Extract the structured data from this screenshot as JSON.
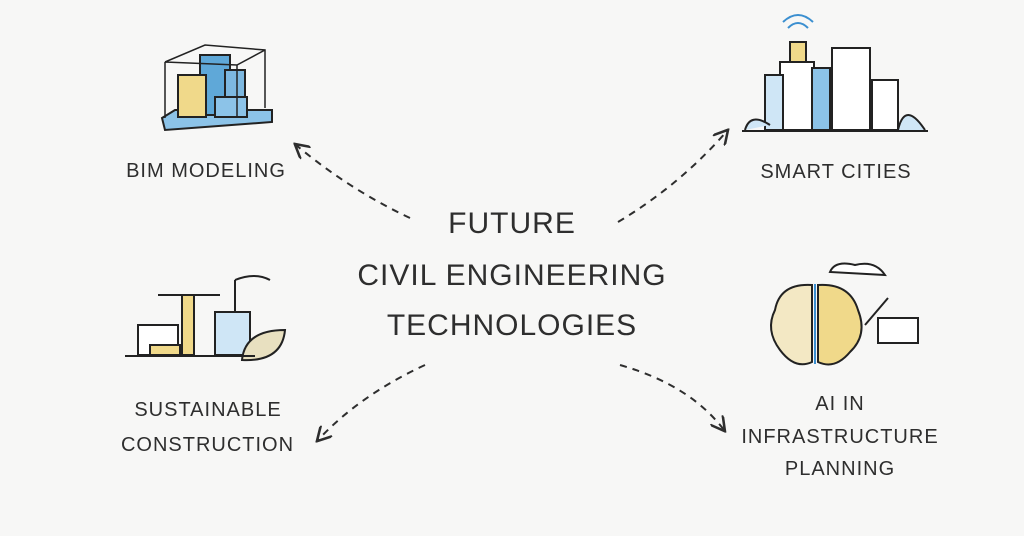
{
  "title": {
    "lines": [
      "FUTURE",
      "CIVIL ENGINEERING",
      "TECHNOLOGIES"
    ]
  },
  "nodes": {
    "bim": {
      "label": "BIM MODELING",
      "icon": "building-model-icon"
    },
    "smart": {
      "label": "SMART CITIES",
      "icon": "smart-city-icon"
    },
    "sustainable": {
      "lines": [
        "SUSTAINABLE",
        "CONSTRUCTION"
      ],
      "icon": "eco-construction-icon"
    },
    "ai": {
      "lines": [
        "AI IN",
        "INFRASTRUCTURE",
        "PLANNING"
      ],
      "icon": "brain-circuit-icon"
    }
  },
  "colors": {
    "blue": "#5fa8d8",
    "yellow": "#f0d98a",
    "ink": "#2e2e2e"
  }
}
